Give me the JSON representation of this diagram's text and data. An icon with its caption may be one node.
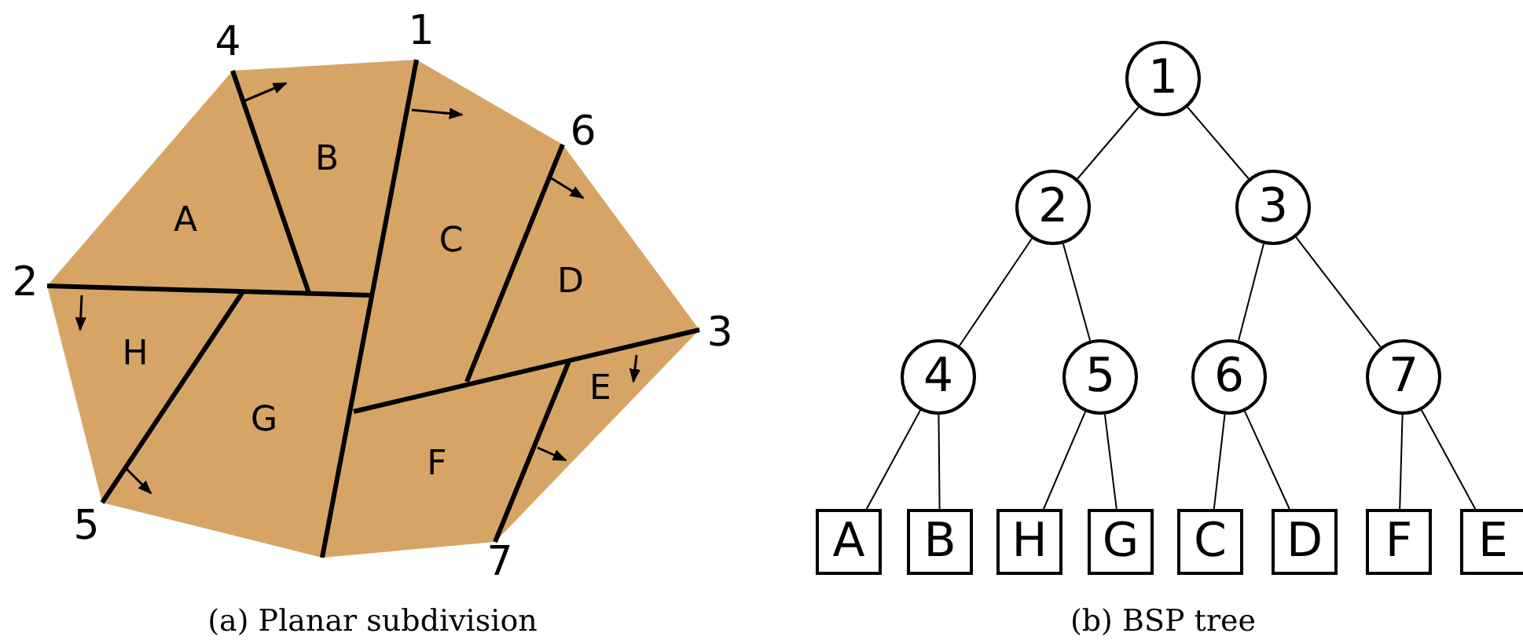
{
  "diagram": {
    "nodes": [
      {
        "text": [
          "1"
        ]
      },
      {
        "text": [
          "2"
        ]
      },
      {
        "text": [
          "3"
        ]
      },
      {
        "text": [
          "4"
        ]
      },
      {
        "text": [
          "5"
        ]
      },
      {
        "text": [
          "6"
        ]
      },
      {
        "text": [
          "7"
        ]
      },
      {
        "text": [
          "A"
        ]
      },
      {
        "text": [
          "B"
        ]
      },
      {
        "text": [
          "H"
        ]
      },
      {
        "text": [
          "G"
        ]
      },
      {
        "text": [
          "C"
        ]
      },
      {
        "text": [
          "D"
        ]
      },
      {
        "text": [
          "F"
        ]
      },
      {
        "text": [
          "E"
        ]
      }
    ],
    "edges": [
      {
        "from": 0,
        "to": 1,
        "arrow": "none"
      },
      {
        "from": 0,
        "to": 2,
        "arrow": "none"
      },
      {
        "from": 1,
        "to": 3,
        "arrow": "none"
      },
      {
        "from": 1,
        "to": 4,
        "arrow": "none"
      },
      {
        "from": 2,
        "to": 5,
        "arrow": "none"
      },
      {
        "from": 2,
        "to": 6,
        "arrow": "none"
      },
      {
        "from": 3,
        "to": 7,
        "arrow": "none"
      },
      {
        "from": 3,
        "to": 8,
        "arrow": "none"
      },
      {
        "from": 4,
        "to": 9,
        "arrow": "none"
      },
      {
        "from": 4,
        "to": 10,
        "arrow": "none"
      },
      {
        "from": 5,
        "to": 11,
        "arrow": "none"
      },
      {
        "from": 5,
        "to": 12,
        "arrow": "none"
      },
      {
        "from": 6,
        "to": 13,
        "arrow": "none"
      },
      {
        "from": 6,
        "to": 14,
        "arrow": "none"
      }
    ],
    "labels": [
      "4",
      "1",
      "6",
      "B",
      "A",
      "C",
      "D",
      "2",
      "3",
      "H",
      "E",
      "G",
      "F",
      "5",
      "7",
      "(a) Planar subdivision",
      "(b) BSP tree"
    ]
  }
}
